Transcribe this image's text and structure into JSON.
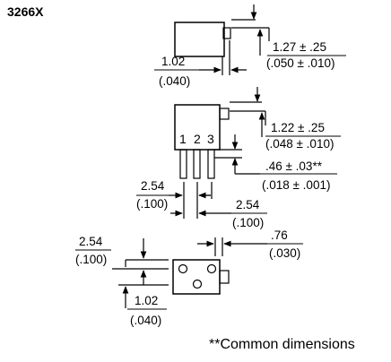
{
  "title": "3266X",
  "side_view": {
    "width_dim": {
      "mm": "1.02",
      "in": "(.040)"
    },
    "step_dim": {
      "mm": "1.27 ± .25",
      "in": "(.050 ± .010)"
    }
  },
  "front_view": {
    "pins": [
      "1",
      "2",
      "3"
    ],
    "step_dim": {
      "mm": "1.22 ± .25",
      "in": "(.048 ± .010)"
    },
    "pin_width_dim": {
      "mm": ".46 ± .03**",
      "in": "(.018 ± .001)"
    },
    "pin_pitch_left": {
      "mm": "2.54",
      "in": "(.100)"
    },
    "pin_pitch_right": {
      "mm": "2.54",
      "in": "(.100)"
    }
  },
  "bottom_view": {
    "top_dim": {
      "mm": ".76",
      "in": "(.030)"
    },
    "left_dim": {
      "mm": "2.54",
      "in": "(.100)"
    },
    "bottom_dim": {
      "mm": "1.02",
      "in": "(.040)"
    }
  },
  "footnote": "**Common dimensions"
}
